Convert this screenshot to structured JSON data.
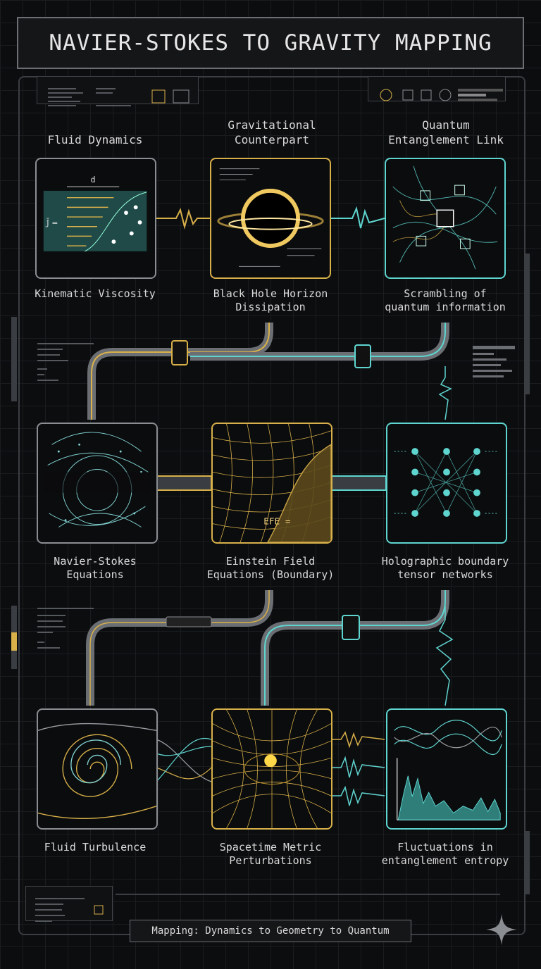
{
  "title": "NAVIER-STOKES TO GRAVITY MAPPING",
  "columns": [
    {
      "heading": "Fluid Dynamics",
      "accent": "#9a9da2"
    },
    {
      "heading": "Gravitational\nCounterpart",
      "accent": "#d8b04a"
    },
    {
      "heading": "Quantum\nEntanglement Link",
      "accent": "#5fd5d0"
    }
  ],
  "rows": [
    {
      "fluid": {
        "caption": "Kinematic Viscosity",
        "icon": "viscosity-flow-icon"
      },
      "gravity": {
        "caption": "Black Hole Horizon\nDissipation",
        "icon": "black-hole-icon"
      },
      "quantum": {
        "caption": "Scrambling of\nquantum information",
        "icon": "entanglement-network-icon"
      }
    },
    {
      "fluid": {
        "caption": "Navier-Stokes\nEquations",
        "icon": "vector-field-icon"
      },
      "gravity": {
        "caption": "Einstein Field\nEquations (Boundary)",
        "icon": "curved-grid-icon"
      },
      "quantum": {
        "caption": "Holographic boundary\ntensor networks",
        "icon": "tensor-network-icon"
      }
    },
    {
      "fluid": {
        "caption": "Fluid Turbulence",
        "icon": "turbulence-vortex-icon"
      },
      "gravity": {
        "caption": "Spacetime Metric\nPerturbations",
        "icon": "spacetime-well-icon"
      },
      "quantum": {
        "caption": "Fluctuations in\nentanglement entropy",
        "icon": "entropy-waveform-icon"
      }
    }
  ],
  "panel_text": {
    "d_label": "d",
    "j_label": "J̄ =",
    "efe_label": "EFE ="
  },
  "footer": "Mapping: Dynamics to Geometry to Quantum",
  "colors": {
    "gold": "#d8b04a",
    "cyan": "#5fd5d0",
    "gray": "#8a8d92"
  }
}
